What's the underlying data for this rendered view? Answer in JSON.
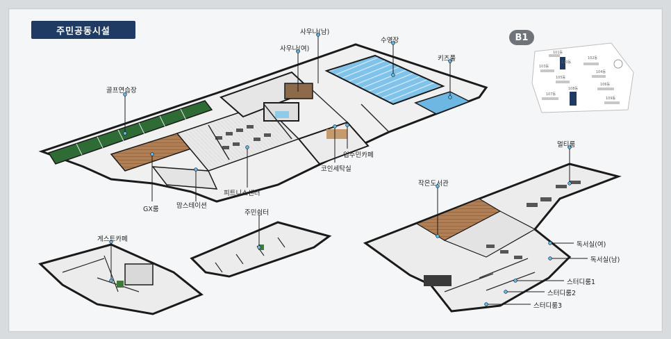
{
  "title": "주민공동시설",
  "level": "B1",
  "facilities": {
    "golf": "골프연습장",
    "sauna_f": "사우나(여)",
    "sauna_m": "사우나(남)",
    "pool": "수영장",
    "kids_pool": "키즈풀",
    "gx": "GX룸",
    "mom_station": "맘스테이션",
    "fitness": "피트니스센터",
    "resident_cafe": "입주민카페",
    "coin_laundry": "코인세탁실",
    "guest_cafe": "게스트카페",
    "resident_lounge": "주민쉼터",
    "small_library": "작은도서관",
    "multi_room": "멀티룸",
    "reading_f": "독서실(여)",
    "reading_m": "독서실(남)",
    "study1": "스터디룸1",
    "study2": "스터디룸2",
    "study3": "스터디룸3"
  },
  "keymap": {
    "buildings": [
      "101동",
      "102동",
      "103동",
      "104동",
      "105동",
      "106동",
      "107동",
      "108동",
      "109동",
      "110동"
    ]
  },
  "colors": {
    "navy": "#1f3b63",
    "pool": "#6fb7e3",
    "golf": "#2f6b35",
    "wood": "#a8784e",
    "wall": "#2b2b2b"
  }
}
